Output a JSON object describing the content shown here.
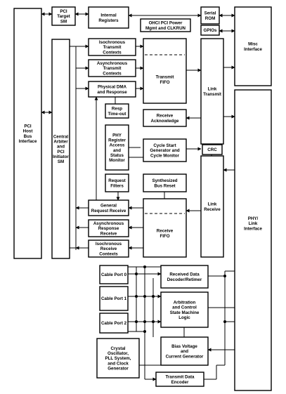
{
  "blocks": {
    "pci_host": [
      "PCI",
      "Host",
      "Bus",
      "Interface"
    ],
    "pci_target": [
      "PCI",
      "Target",
      "SM"
    ],
    "internal_registers": [
      "Internal",
      "Registers"
    ],
    "ohci_power": [
      "OHCI PCI Power",
      "Mgmt and CLKRUN"
    ],
    "serial_rom": [
      "Serial",
      "ROM"
    ],
    "gpios": [
      "GPIOs"
    ],
    "misc_interface": [
      "Misc",
      "Interface"
    ],
    "central_arbiter": [
      "Central",
      "Arbiter",
      "and",
      "PCI",
      "Initiator",
      "SM"
    ],
    "iso_tx_contexts": [
      "Isochronous",
      "Transmit",
      "Contexts"
    ],
    "async_tx_contexts": [
      "Asynchronous",
      "Transmit",
      "Contexts"
    ],
    "physical_dma": [
      "Physical DMA",
      "and Response"
    ],
    "transmit_fifo": [
      "Transmit",
      "FIFO"
    ],
    "link_transmit": [
      "Link",
      "Transmit"
    ],
    "resp_timeout": [
      "Resp",
      "Time-out"
    ],
    "receive_ack": [
      "Receive",
      "Acknowledge"
    ],
    "phy_register": [
      "PHY",
      "Register",
      "Access",
      "and",
      "Status",
      "Monitor"
    ],
    "cycle_start": [
      "Cycle Start",
      "Generator and",
      "Cycle Monitor"
    ],
    "crc": [
      "CRC"
    ],
    "request_filters": [
      "Request",
      "Filters"
    ],
    "synth_bus_reset": [
      "Synthesized",
      "Bus Reset"
    ],
    "link_receive": [
      "Link",
      "Receive"
    ],
    "general_request": [
      "General",
      "Request Receive"
    ],
    "async_response": [
      "Asynchronous",
      "Response",
      "Receive"
    ],
    "receive_fifo": [
      "Receive",
      "FIFO"
    ],
    "iso_rx_contexts": [
      "Isochronous",
      "Receive",
      "Contexts"
    ],
    "phy_link": [
      "PHY/",
      "Link",
      "Interface"
    ],
    "cable_port_0": [
      "Cable Port 0"
    ],
    "cable_port_1": [
      "Cable Port 1"
    ],
    "cable_port_2": [
      "Cable Port 2"
    ],
    "received_data": [
      "Received Data",
      "Decoder/Retimer"
    ],
    "arbitration": [
      "Arbitration",
      "and Control",
      "State Machine",
      "Logic"
    ],
    "crystal": [
      "Crystal",
      "Oscillator,",
      "PLL System,",
      "and Clock",
      "Generator"
    ],
    "bias": [
      "Bias Voltage",
      "and",
      "Current Generator"
    ],
    "tx_encoder": [
      "Transmit Data",
      "Encoder"
    ]
  }
}
